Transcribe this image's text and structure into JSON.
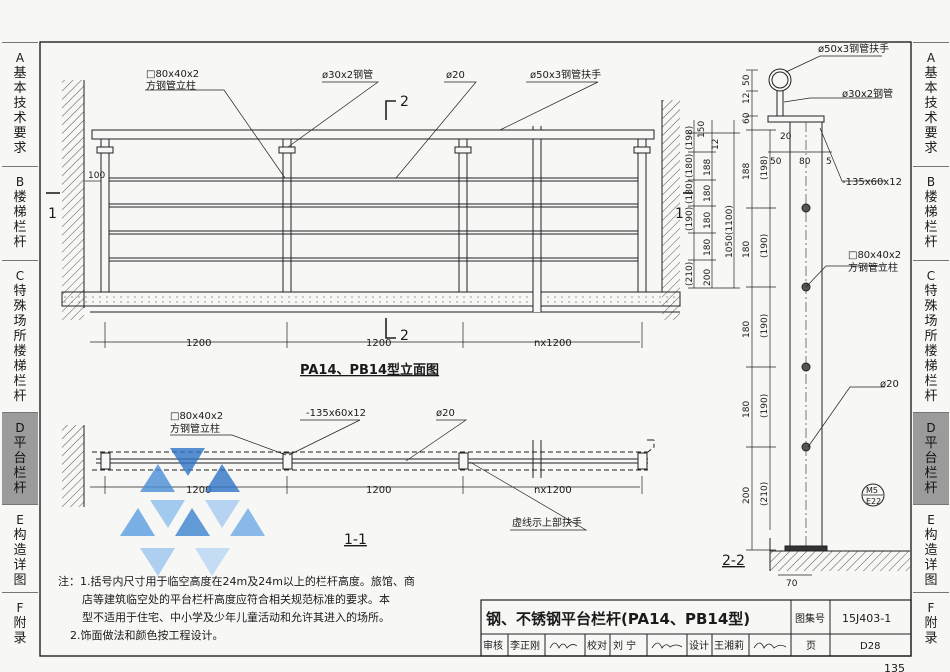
{
  "side_tabs": [
    {
      "code": "A",
      "label": "基本技术要求",
      "active": false
    },
    {
      "code": "B",
      "label": "楼梯栏杆",
      "active": false
    },
    {
      "code": "C",
      "label": "特殊场所楼梯栏杆",
      "active": false
    },
    {
      "code": "D",
      "label": "平台栏杆",
      "active": true
    },
    {
      "code": "E",
      "label": "构造详图",
      "active": false
    },
    {
      "code": "F",
      "label": "附录",
      "active": false
    }
  ],
  "elevation": {
    "title": "PA14、PB14型立面图",
    "labels": {
      "post": "□80x40x2",
      "post_sub": "方钢管立柱",
      "baluster_pipe": "ø30x2钢管",
      "bar": "ø20",
      "handrail": "ø50x3钢管扶手",
      "section_mark": "2",
      "side_mark": "1",
      "offset": "100"
    },
    "spans": [
      "1200",
      "1200",
      "nx1200"
    ],
    "heights_outer": [
      "(198)",
      "(180)",
      "(180)",
      "(190)",
      "(210)"
    ],
    "heights_inner": [
      "188",
      "180",
      "180",
      "180",
      "200"
    ],
    "top_dims": [
      "150",
      "12"
    ],
    "total": "1050(1100)"
  },
  "plan": {
    "title": "1-1",
    "labels": {
      "post": "□80x40x2",
      "post_sub": "方钢管立柱",
      "plate": "-135x60x12",
      "bar": "ø20",
      "note": "虚线示上部扶手"
    },
    "spans": [
      "1200",
      "1200",
      "nx1200"
    ]
  },
  "section": {
    "title": "2-2",
    "labels": {
      "handrail": "ø50x3钢管扶手",
      "pipe": "ø30x2钢管",
      "plate": "-135x60x12",
      "post": "□80x40x2",
      "post_sub": "方钢管立柱",
      "bar": "ø20",
      "anchor_top": "M5",
      "anchor_bot": "E22"
    },
    "dims_top": [
      "50",
      "12",
      "60",
      "20"
    ],
    "dims_horiz": [
      "50",
      "80",
      "5"
    ],
    "dims_vert": [
      "188",
      "(198)",
      "180",
      "(190)",
      "180",
      "(190)",
      "180",
      "(190)",
      "200",
      "(210)"
    ],
    "dim_base": "70"
  },
  "notes": [
    "注：1.括号内尺寸用于临空高度在24m及24m以上的栏杆高度。旅馆、商",
    "店等建筑临空处的平台栏杆高度应符合相关规范标准的要求。本",
    "型不适用于住宅、中小学及少年儿童活动和允许其进入的场所。",
    "2.饰面做法和颜色按工程设计。"
  ],
  "title_block": {
    "title": "钢、不锈钢平台栏杆(PA14、PB14型)",
    "atlas_label": "图集号",
    "atlas_no": "15J403-1",
    "review_label": "审核",
    "reviewer": "李正刚",
    "check_label": "校对",
    "checker": "刘 宁",
    "design_label": "设计",
    "designer": "王湘莉",
    "page_label": "页",
    "page_no": "D28"
  },
  "page_number_fragment": "135"
}
